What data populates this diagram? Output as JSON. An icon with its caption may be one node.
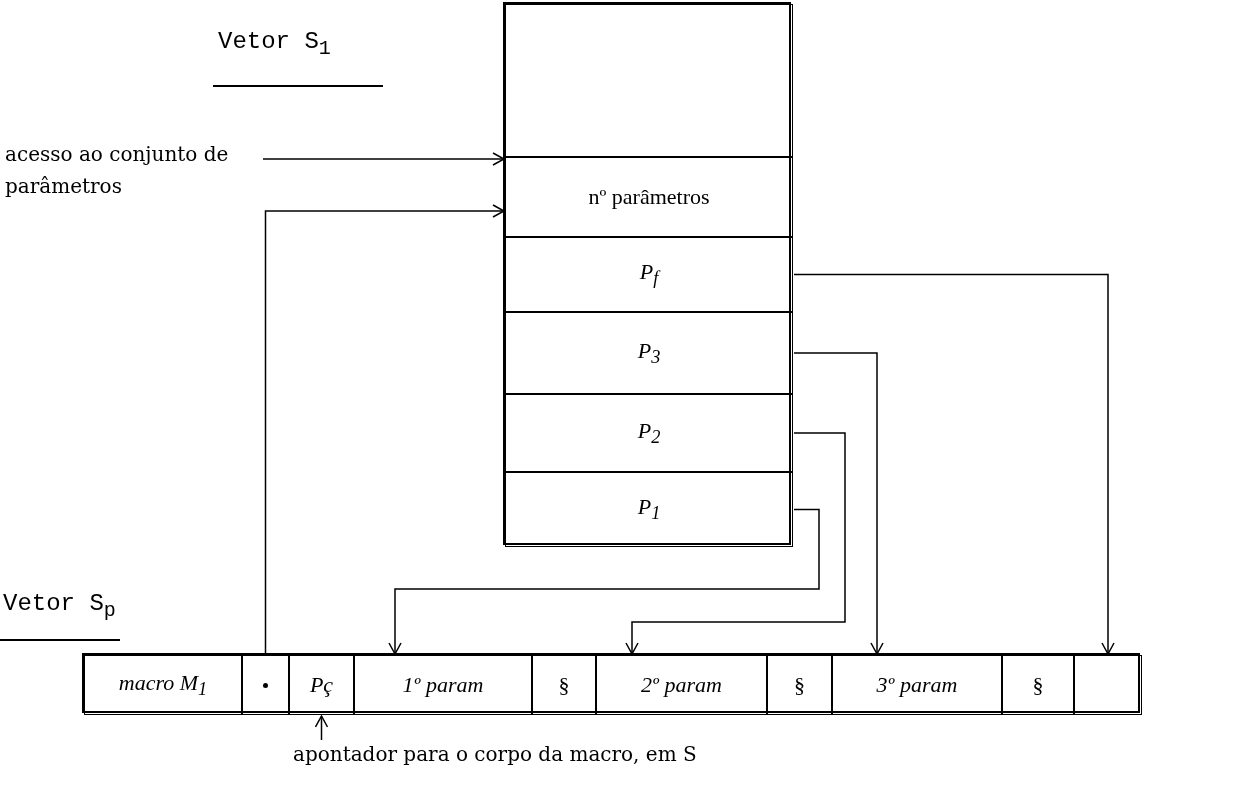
{
  "diagram": {
    "nodes": [
      {
        "text": [],
        "shape": "box"
      },
      {
        "text": [],
        "shape": "box",
        "in": 0
      },
      {
        "text": [
          "nº parâmetros"
        ],
        "in": 0
      },
      {
        "text": [
          "P$_{f}$"
        ],
        "in": 0
      },
      {
        "text": [
          "P$_{3}$"
        ],
        "in": 0
      },
      {
        "text": [
          "P$_{2}$"
        ],
        "in": 0
      },
      {
        "text": [
          "P$_{1}$"
        ],
        "in": 0
      },
      {
        "text": [],
        "shape": "box"
      },
      {
        "text": [
          "macro M$_{1}$"
        ],
        "in": 7
      },
      {
        "text": [],
        "shape": "box",
        "in": 7
      },
      {
        "text": [
          "Pç"
        ],
        "in": 7
      },
      {
        "text": [
          "1º param"
        ],
        "in": 7
      },
      {
        "text": [
          "§"
        ],
        "in": 7
      },
      {
        "text": [
          "2º param"
        ],
        "in": 7
      },
      {
        "text": [
          "§"
        ],
        "in": 7
      },
      {
        "text": [
          "3º param"
        ],
        "in": 7
      },
      {
        "text": [
          "§"
        ],
        "in": 7
      },
      {
        "text": [],
        "shape": "box",
        "in": 7
      },
      {
        "text": [
          "acesso ao conjunto de parâmetros"
        ]
      },
      {
        "text": [
          "apontador para o corpo da macro, em S"
        ]
      }
    ],
    "edges": [
      {
        "from": 18,
        "to": 2,
        "arrow": "to"
      },
      {
        "from": 9,
        "to": 2,
        "arrow": "to"
      },
      {
        "from": 3,
        "to": 17,
        "arrow": "to"
      },
      {
        "from": 4,
        "to": 15,
        "arrow": "to"
      },
      {
        "from": 5,
        "to": 13,
        "arrow": "to"
      },
      {
        "from": 6,
        "to": 11,
        "arrow": "to"
      },
      {
        "from": 19,
        "to": 10,
        "arrow": "to"
      }
    ],
    "labels": [
      "Vetor S$_{1}$",
      "Vetor S$_{p}$"
    ]
  }
}
